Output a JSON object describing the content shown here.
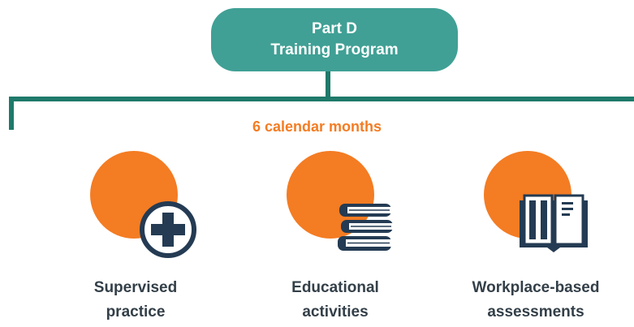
{
  "header": {
    "line1": "Part D",
    "line2": "Training Program"
  },
  "duration": "6 calendar months",
  "items": [
    {
      "icon": "medical-cross-icon",
      "label_line1": "Supervised",
      "label_line2": "practice"
    },
    {
      "icon": "books-icon",
      "label_line1": "Educational",
      "label_line2": "activities"
    },
    {
      "icon": "open-book-icon",
      "label_line1": "Workplace-based",
      "label_line2": "assessments"
    }
  ],
  "colors": {
    "teal": "#40a095",
    "connector": "#1e7a6a",
    "orange": "#f47c23",
    "icon_dark": "#243b53",
    "text_dark": "#333f48"
  }
}
